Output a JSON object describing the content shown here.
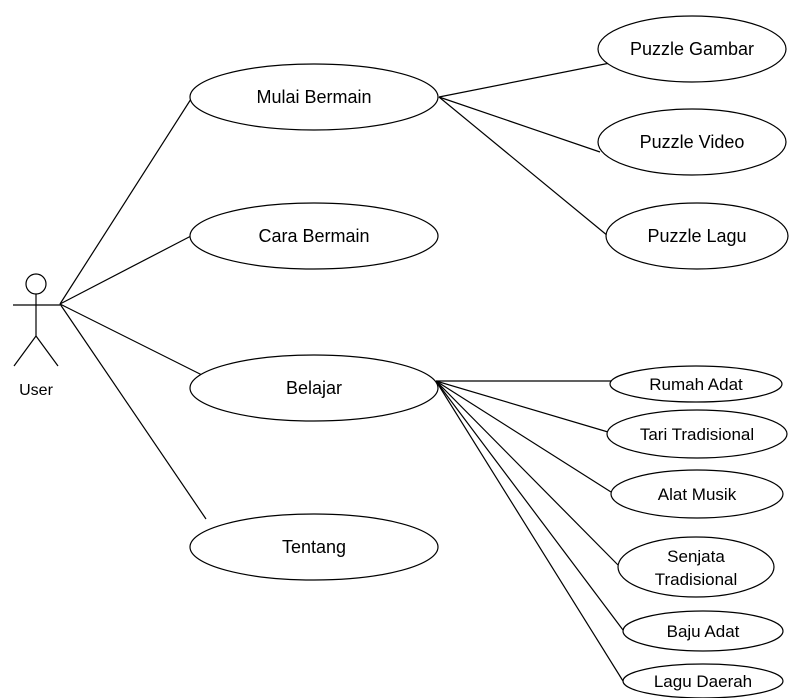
{
  "diagram": {
    "type": "use-case",
    "actor": {
      "label": "User"
    },
    "primary_use_cases": [
      {
        "id": "mulai",
        "label": "Mulai Bermain"
      },
      {
        "id": "cara",
        "label": "Cara Bermain"
      },
      {
        "id": "belajar",
        "label": "Belajar"
      },
      {
        "id": "tentang",
        "label": "Tentang"
      }
    ],
    "mulai_children": [
      {
        "id": "puzzle-gambar",
        "label": "Puzzle Gambar"
      },
      {
        "id": "puzzle-video",
        "label": "Puzzle Video"
      },
      {
        "id": "puzzle-lagu",
        "label": "Puzzle Lagu"
      }
    ],
    "belajar_children": [
      {
        "id": "rumah-adat",
        "label": "Rumah Adat"
      },
      {
        "id": "tari-tradisional",
        "label": "Tari Tradisional"
      },
      {
        "id": "alat-musik",
        "label": "Alat Musik"
      },
      {
        "id": "senjata-tradisional",
        "label_line1": "Senjata",
        "label_line2": "Tradisional"
      },
      {
        "id": "baju-adat",
        "label": "Baju Adat"
      },
      {
        "id": "lagu-daerah",
        "label": "Lagu Daerah"
      }
    ],
    "colors": {
      "stroke": "#000000",
      "fill": "#ffffff",
      "text": "#000000"
    }
  }
}
